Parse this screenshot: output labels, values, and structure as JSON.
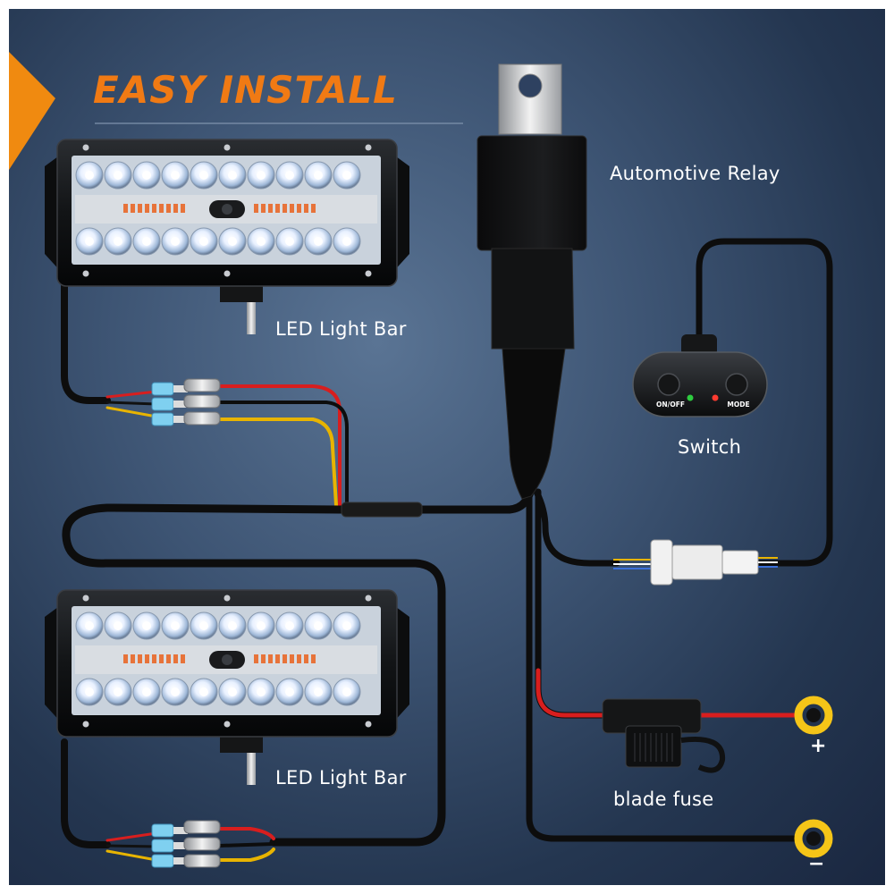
{
  "title": "EASY INSTALL",
  "labels": {
    "relay": "Automotive Relay",
    "light_bar_top": "LED Light Bar",
    "light_bar_bottom": "LED Light Bar",
    "switch": "Switch",
    "fuse": "blade fuse",
    "positive": "+",
    "negative": "−"
  },
  "switch_buttons": {
    "on_off": "ON/OFF",
    "mode": "MODE"
  },
  "colors": {
    "accent": "#f07a14",
    "wire_red": "#d81e1e",
    "wire_yellow": "#e8b400",
    "wire_black": "#0d0d0d",
    "terminal_ring": "#f5c518",
    "connector_blue": "#7fd0f0"
  }
}
